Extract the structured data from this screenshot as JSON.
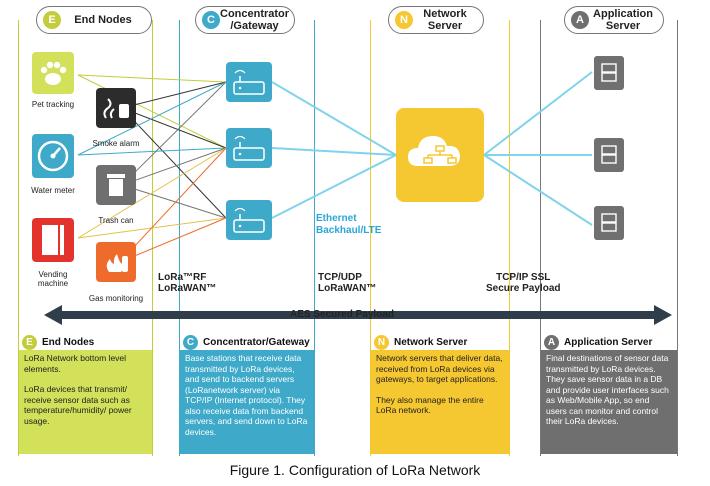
{
  "columns": {
    "end_nodes": {
      "badge": "E",
      "title": "End Nodes",
      "color": "#c3cc3a"
    },
    "gateway": {
      "badge": "C",
      "title": "Concentrator\n/Gateway",
      "color": "#3ea9c9"
    },
    "network": {
      "badge": "N",
      "title": "Network\nServer",
      "color": "#f5c731"
    },
    "application": {
      "badge": "A",
      "title": "Application\nServer",
      "color": "#6f6f6f"
    }
  },
  "devices": {
    "pet": {
      "label": "Pet tracking",
      "icon": "paw-icon",
      "color": "#d2e05a"
    },
    "smoke": {
      "label": "Smoke alarm",
      "icon": "smoke-alarm-icon",
      "color": "#2c2c2c"
    },
    "water": {
      "label": "Water meter",
      "icon": "gauge-icon",
      "color": "#3ea9c9"
    },
    "trash": {
      "label": "Trash can",
      "icon": "trash-can-icon",
      "color": "#6f6f6f"
    },
    "vending": {
      "label": "Vending\nmachine",
      "icon": "vending-machine-icon",
      "color": "#e2332c"
    },
    "gas": {
      "label": "Gas monitoring",
      "icon": "gas-cylinder-icon",
      "color": "#ef6b2b"
    }
  },
  "protocols": {
    "rf": "LoRa™RF\nLoRaWAN™",
    "tcpudp": "TCP/UDP\nLoRaWAN™",
    "ethernet": "Ethernet\nBackhaul/LTE",
    "ssl": "TCP/IP SSL\nSecure Payload"
  },
  "aes_label": "AES Secured Payload",
  "descriptions": {
    "end_nodes": {
      "badge": "E",
      "title": "End Nodes",
      "p1": "LoRa Network bottom level elements.",
      "p2": "LoRa devices that transmit/ receive sensor data such as temperature/humidity/ power usage."
    },
    "gateway": {
      "badge": "C",
      "title": "Concentrator/Gateway",
      "p1": "Base stations that receive data transmitted by LoRa devices, and send to backend servers (LoRanetwork server) via TCP/IP (Internet protocol). They also receive data from backend servers, and send down to LoRa devices."
    },
    "network": {
      "badge": "N",
      "title": "Network Server",
      "p1": "Network servers that deliver data, received from LoRa devices via gateways, to target applications.",
      "p2": "They also manage the entire LoRa network."
    },
    "application": {
      "badge": "A",
      "title": "Application Server",
      "p1": "Final destinations of sensor data transmitted by LoRa devices. They save sensor data in a DB and provide user interfaces such as Web/Mobile App, so end users can monitor and control their LoRa devices."
    }
  },
  "caption": "Figure 1. Configuration of LoRa Network"
}
